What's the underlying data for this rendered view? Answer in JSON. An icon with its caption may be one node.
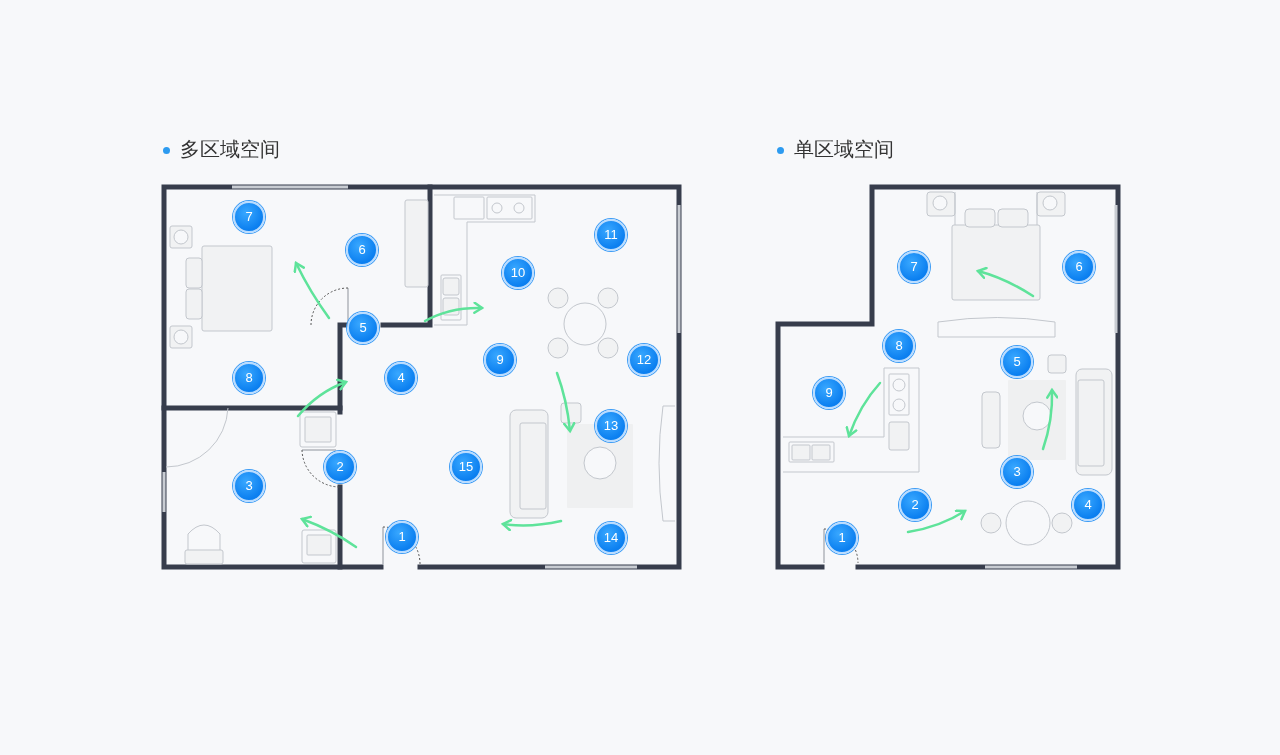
{
  "diagram": {
    "nodes": [
      {
        "text": [
          "1"
        ]
      },
      {
        "text": [
          "2"
        ]
      },
      {
        "text": [
          "3"
        ]
      },
      {
        "text": [
          "4"
        ]
      },
      {
        "text": [
          "5"
        ]
      },
      {
        "text": [
          "6"
        ]
      },
      {
        "text": [
          "7"
        ]
      },
      {
        "text": [
          "8"
        ]
      },
      {
        "text": [
          "9"
        ]
      },
      {
        "text": [
          "10"
        ]
      },
      {
        "text": [
          "11"
        ]
      },
      {
        "text": [
          "12"
        ]
      },
      {
        "text": [
          "13"
        ]
      },
      {
        "text": [
          "14"
        ]
      },
      {
        "text": [
          "15"
        ]
      },
      {
        "text": [
          "1"
        ]
      },
      {
        "text": [
          "2"
        ]
      },
      {
        "text": [
          "3"
        ]
      },
      {
        "text": [
          "4"
        ]
      },
      {
        "text": [
          "5"
        ]
      },
      {
        "text": [
          "6"
        ]
      },
      {
        "text": [
          "7"
        ]
      },
      {
        "text": [
          "8"
        ]
      },
      {
        "text": [
          "9"
        ]
      }
    ],
    "edges": [],
    "labels": [
      "多区域空间",
      "单区域空间"
    ]
  }
}
